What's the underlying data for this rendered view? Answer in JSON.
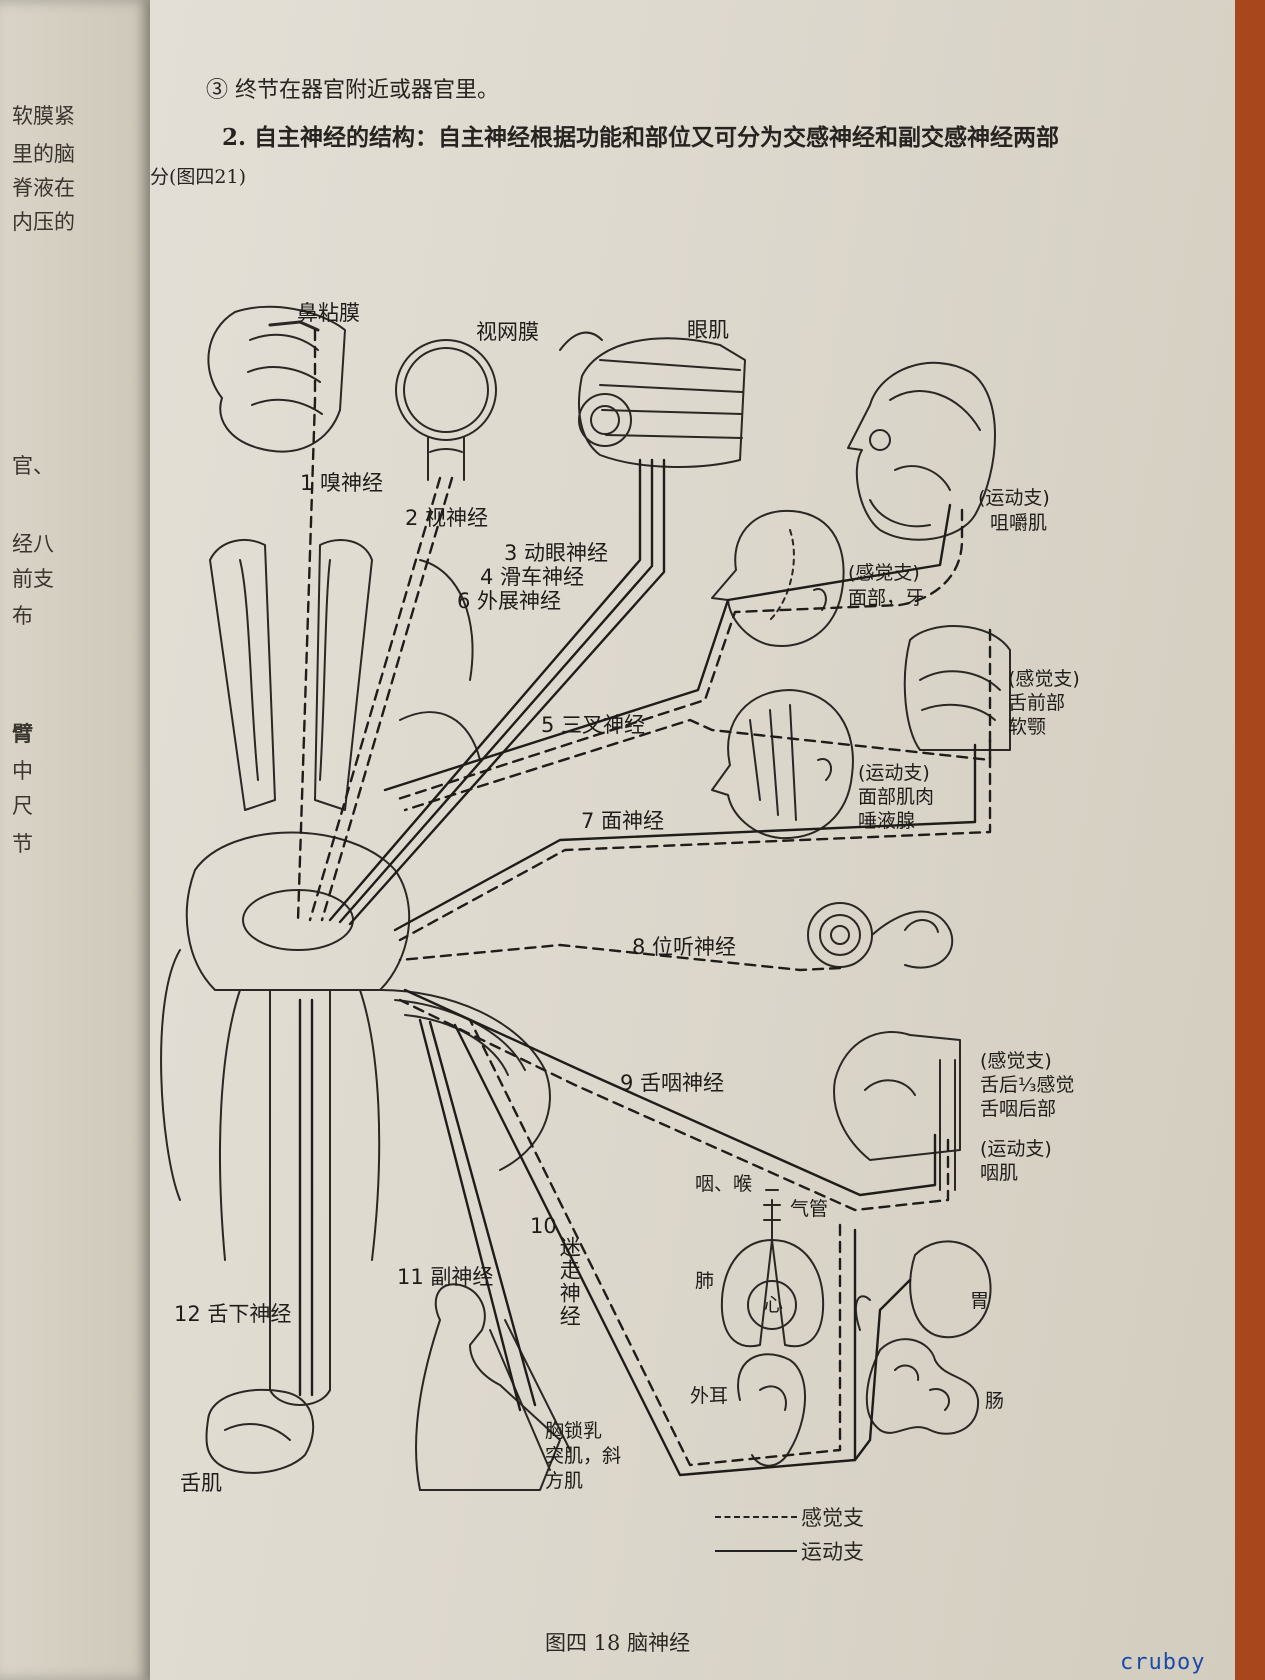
{
  "left_page": {
    "fragments": [
      "软膜紧",
      "里的脑",
      "脊液在",
      "内压的",
      "官、",
      "经八",
      "前支",
      "布",
      "臂",
      "中",
      "尺",
      "节"
    ]
  },
  "text": {
    "line1": "③ 终节在器官附近或器官里。",
    "line2": "2. 自主神经的结构：自主神经根据功能和部位又可分为交感神经和副交感神经两部",
    "line3": "分(图四21)"
  },
  "diagram": {
    "top_labels": {
      "olfactory_membrane": "鼻粘膜",
      "retina": "视网膜",
      "eye_muscle": "眼肌"
    },
    "nerves": [
      {
        "label": "1 嗅神经"
      },
      {
        "label": "2 视神经"
      },
      {
        "label": "3 动眼神经"
      },
      {
        "label": "4 滑车神经"
      },
      {
        "label": "6 外展神经"
      },
      {
        "label": "5 三叉神经"
      },
      {
        "label": "7 面神经"
      },
      {
        "label": "8 位听神经"
      },
      {
        "label": "9 舌咽神经"
      },
      {
        "label": "10"
      },
      {
        "label": "迷走神经"
      },
      {
        "label": "11 副神经"
      },
      {
        "label": "12 舌下神经"
      }
    ],
    "targets": {
      "motor_masticatory_1": "(运动支)",
      "motor_masticatory_2": "咀嚼肌",
      "sensory_face_1": "(感觉支)",
      "sensory_face_2": "面部，牙",
      "sensory_tongue_1": "(感觉支)",
      "sensory_tongue_2": "舌前部",
      "sensory_tongue_3": "软颚",
      "motor_facial_1": "(运动支)",
      "motor_facial_2": "面部肌肉",
      "motor_facial_3": "唾液腺",
      "gloss_sensory_1": "(感觉支)",
      "gloss_sensory_2": "舌后⅓感觉",
      "gloss_sensory_3": "舌咽后部",
      "gloss_motor_1": "(运动支)",
      "gloss_motor_2": "咽肌",
      "pharynx_larynx": "咽、喉",
      "trachea": "气管",
      "lung": "肺",
      "heart": "心",
      "stomach": "胃",
      "external_ear": "外耳",
      "intestine": "肠",
      "scm_1": "胸锁乳",
      "scm_2": "突肌，斜",
      "scm_3": "方肌",
      "tongue_muscle": "舌肌"
    }
  },
  "legend": {
    "sensory": "感觉支",
    "motor": "运动支"
  },
  "caption": "图四 18 脑神经",
  "watermark": "cruboy",
  "colors": {
    "paper": "#e0dcd2",
    "ink": "#262320",
    "background": "#5e544a",
    "right_strip": "#a9471c",
    "watermark": "#1c4aa8"
  }
}
